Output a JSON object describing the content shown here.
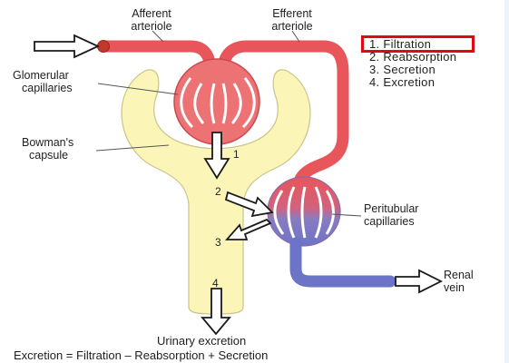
{
  "labels": {
    "afferent": [
      "Afferent",
      "arteriole"
    ],
    "efferent": [
      "Efferent",
      "arteriole"
    ],
    "glomerular": [
      "Glomerular",
      "capillaries"
    ],
    "bowmans": [
      "Bowman's",
      "capsule"
    ],
    "peritubular": [
      "Peritubular",
      "capillaries"
    ],
    "renal": [
      "Renal",
      "vein"
    ],
    "urinary": "Urinary excretion"
  },
  "steps": [
    "1. Filtration",
    "2. Reabsorption",
    "3. Secretion",
    "4. Excretion"
  ],
  "numbers": [
    "1",
    "2",
    "3",
    "4"
  ],
  "equation": "Excretion = Filtration – Reabsorption + Secretion",
  "colors": {
    "arterial": "#e8555a",
    "venous": "#6b74c7",
    "capsule": "#fbf6b8",
    "capsule_stroke": "#c9c58a",
    "highlight": "#e30613"
  },
  "icons": [
    "arrow-right-icon",
    "arrow-down-icon",
    "arrow-diagonal-icon"
  ]
}
